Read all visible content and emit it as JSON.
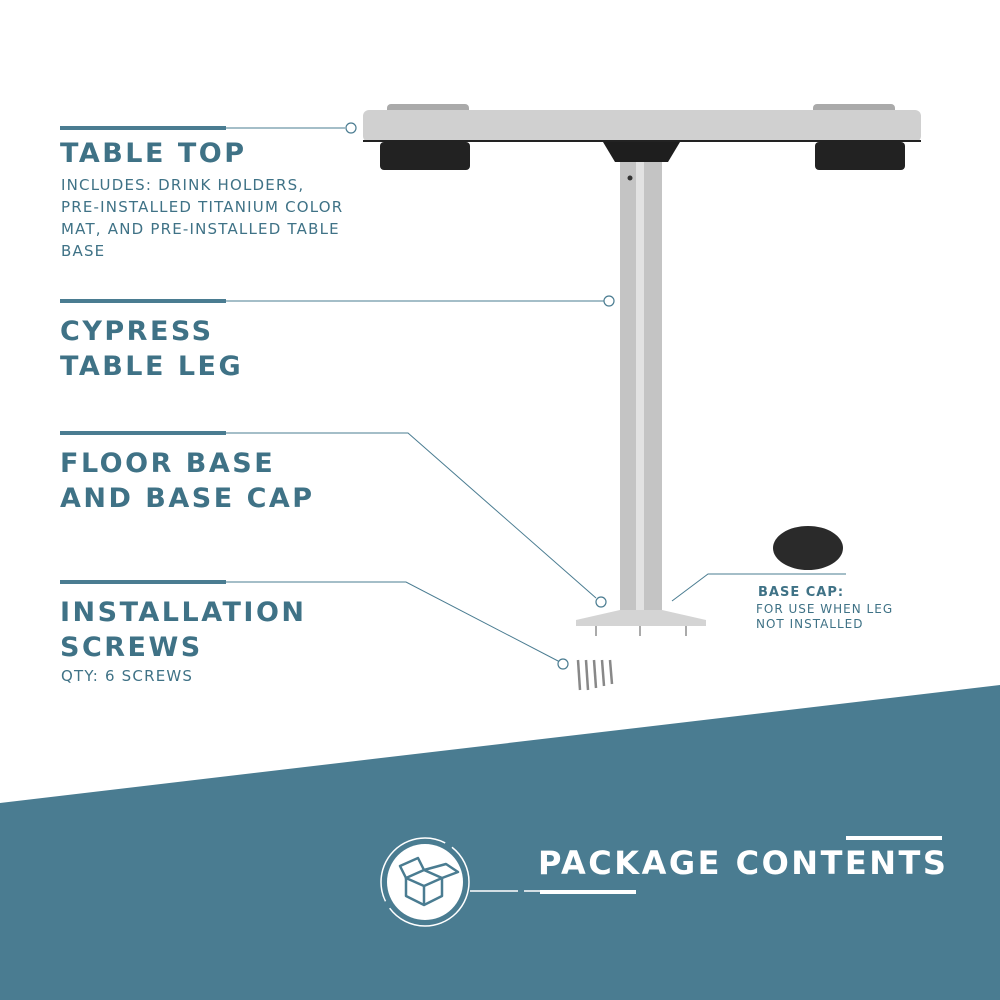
{
  "labels": {
    "table_top": {
      "title": "TABLE TOP",
      "desc": [
        "INCLUDES: DRINK HOLDERS,",
        "PRE-INSTALLED TITANIUM COLOR",
        "MAT, AND PRE-INSTALLED TABLE",
        "BASE"
      ]
    },
    "table_leg": {
      "title": [
        "CYPRESS",
        "TABLE LEG"
      ]
    },
    "floor_base": {
      "title": [
        "FLOOR BASE",
        "AND BASE CAP"
      ]
    },
    "screws": {
      "title": [
        "INSTALLATION",
        "SCREWS"
      ],
      "desc": "QTY: 6 SCREWS"
    },
    "base_cap": {
      "title": "BASE CAP:",
      "desc": [
        "FOR USE WHEN LEG",
        "NOT INSTALLED"
      ]
    }
  },
  "banner": {
    "title": "PACKAGE CONTENTS",
    "icon": "open-box-icon"
  },
  "colors": {
    "accent": "#4a7c91",
    "text": "#3f7286"
  }
}
